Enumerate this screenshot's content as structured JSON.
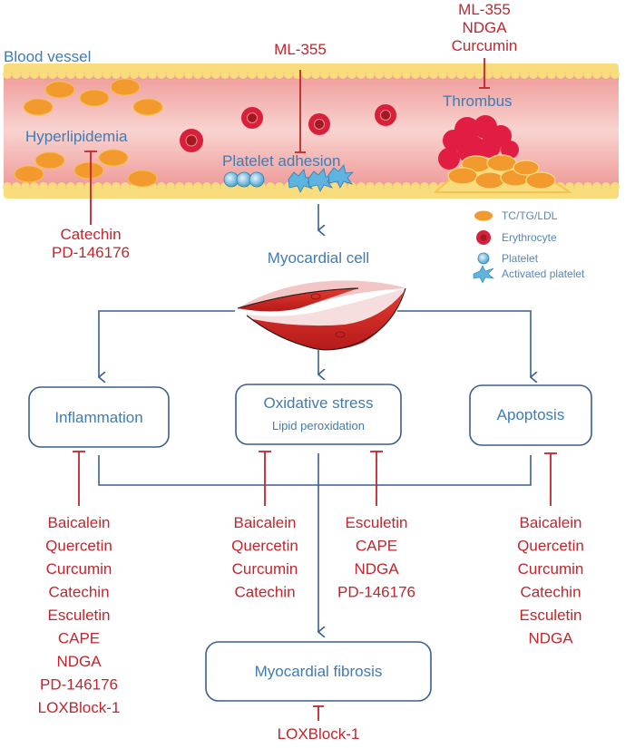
{
  "vessel": {
    "label": "Blood vessel",
    "hyperlipidemia": "Hyperlipidemia",
    "platelet_adhesion": "Platelet adhesion",
    "thrombus": "Thrombus"
  },
  "inhibitors": {
    "platelet_adhesion": [
      "ML-355"
    ],
    "thrombus": [
      "ML-355",
      "NDGA",
      "Curcumin"
    ],
    "hyperlipidemia": [
      "Catechin",
      "PD-146176"
    ],
    "inflammation": [
      "Baicalein",
      "Quercetin",
      "Curcumin",
      "Catechin",
      "Esculetin",
      "CAPE",
      "NDGA",
      "PD-146176",
      "LOXBlock-1"
    ],
    "oxidative_left": [
      "Baicalein",
      "Quercetin",
      "Curcumin",
      "Catechin"
    ],
    "oxidative_right": [
      "Esculetin",
      "CAPE",
      "NDGA",
      "PD-146176"
    ],
    "apoptosis": [
      "Baicalein",
      "Quercetin",
      "Curcumin",
      "Catechin",
      "Esculetin",
      "NDGA"
    ],
    "fibrosis": [
      "LOXBlock-1"
    ]
  },
  "legend": [
    {
      "icon": "lipid-particle-icon",
      "label": "TC/TG/LDL"
    },
    {
      "icon": "erythrocyte-icon",
      "label": "Erythrocyte"
    },
    {
      "icon": "platelet-icon",
      "label": "Platelet"
    },
    {
      "icon": "activated-platelet-icon",
      "label": "Activated platelet"
    }
  ],
  "cell": {
    "label": "Myocardial cell"
  },
  "boxes": {
    "inflammation": "Inflammation",
    "oxidative_stress": "Oxidative stress",
    "oxidative_sub": "Lipid peroxidation",
    "apoptosis": "Apoptosis",
    "fibrosis": "Myocardial fibrosis"
  },
  "colors": {
    "flow_blue": "#3a5f8f",
    "label_blue": "#3f7cb4",
    "inhibitor_red": "#c0262d",
    "vessel_wall": "#f9dc7c",
    "vessel_lumen": "#f2a8a6",
    "lipid": "#f29a2e",
    "erythrocyte": "#d8203a"
  }
}
